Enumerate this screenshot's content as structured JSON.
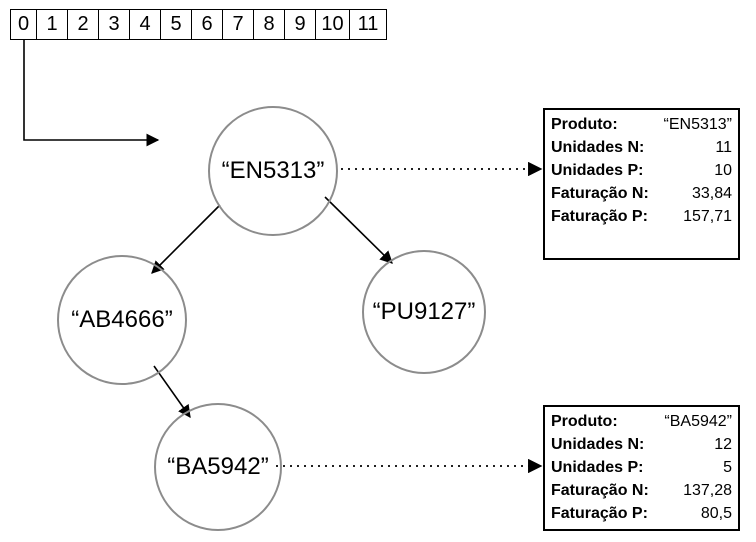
{
  "array": {
    "cells": [
      "0",
      "1",
      "2",
      "3",
      "4",
      "5",
      "6",
      "7",
      "8",
      "9",
      "10",
      "11"
    ]
  },
  "nodes": {
    "root": "“EN5313”",
    "left": "“AB4666”",
    "right": "“PU9127”",
    "left_right": "“BA5942”"
  },
  "info_boxes": [
    {
      "rows": [
        {
          "label": "Produto:",
          "value": "“EN5313”"
        },
        {
          "label": "Unidades N:",
          "value": "11"
        },
        {
          "label": "Unidades P:",
          "value": "10"
        },
        {
          "label": "Faturação N:",
          "value": "33,84"
        },
        {
          "label": "Faturação P:",
          "value": "157,71"
        }
      ]
    },
    {
      "rows": [
        {
          "label": "Produto:",
          "value": "“BA5942”"
        },
        {
          "label": "Unidades N:",
          "value": "12"
        },
        {
          "label": "Unidades P:",
          "value": "5"
        },
        {
          "label": "Faturação N:",
          "value": "137,28"
        },
        {
          "label": "Faturação P:",
          "value": "80,5"
        }
      ]
    }
  ],
  "colors": {
    "node_border": "#8c8c8c",
    "line": "#000000"
  }
}
